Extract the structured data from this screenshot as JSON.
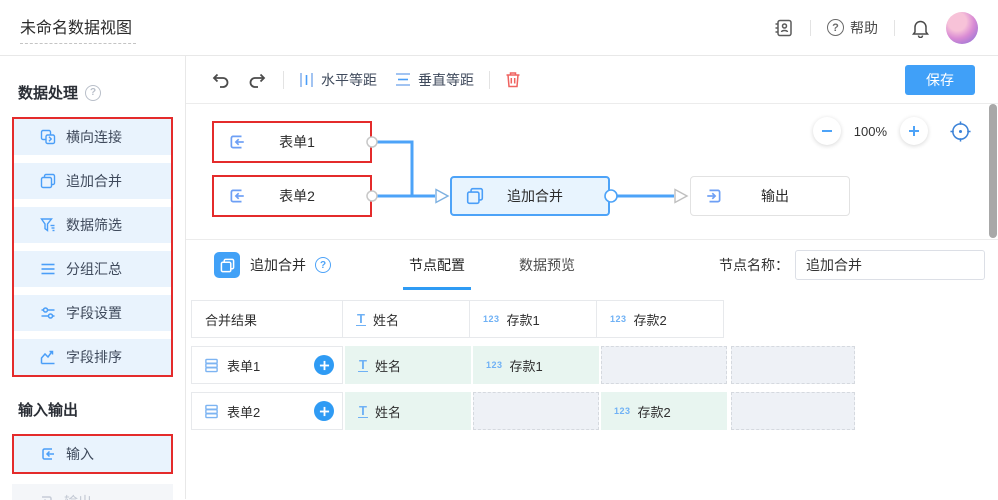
{
  "topbar": {
    "title": "未命名数据视图",
    "help": "帮助",
    "icons": [
      "contacts-icon",
      "help-icon",
      "bell-icon",
      "avatar"
    ]
  },
  "sidebar": {
    "section_data_title": "数据处理",
    "items": [
      "横向连接",
      "追加合并",
      "数据筛选",
      "分组汇总",
      "字段设置",
      "字段排序"
    ],
    "item_icons": [
      "join-horizontal-icon",
      "append-merge-icon",
      "filter-icon",
      "group-summary-icon",
      "field-settings-icon",
      "field-sort-icon"
    ],
    "section_io_title": "输入输出",
    "io_input": "输入",
    "io_output": "输出"
  },
  "toolbar": {
    "h_equal": "水平等距",
    "v_equal": "垂直等距",
    "save": "保存"
  },
  "canvas": {
    "zoom_level": "100%",
    "node_form1": "表单1",
    "node_form2": "表单2",
    "node_merge": "追加合并",
    "node_output": "输出"
  },
  "panel": {
    "icon_title": "追加合并",
    "tab_config": "节点配置",
    "tab_preview": "数据预览",
    "name_label": "节点名称：",
    "name_value": "追加合并",
    "table": {
      "type_text_glyph": "T",
      "type_num_glyph": "123",
      "h0": "合并结果",
      "h1": "姓名",
      "h2": "存款1",
      "h3": "存款2",
      "r0_label": "表单1",
      "r0_c0": "姓名",
      "r0_c1": "存款1",
      "r1_label": "表单2",
      "r1_c0": "姓名",
      "r1_c2": "存款2"
    }
  }
}
